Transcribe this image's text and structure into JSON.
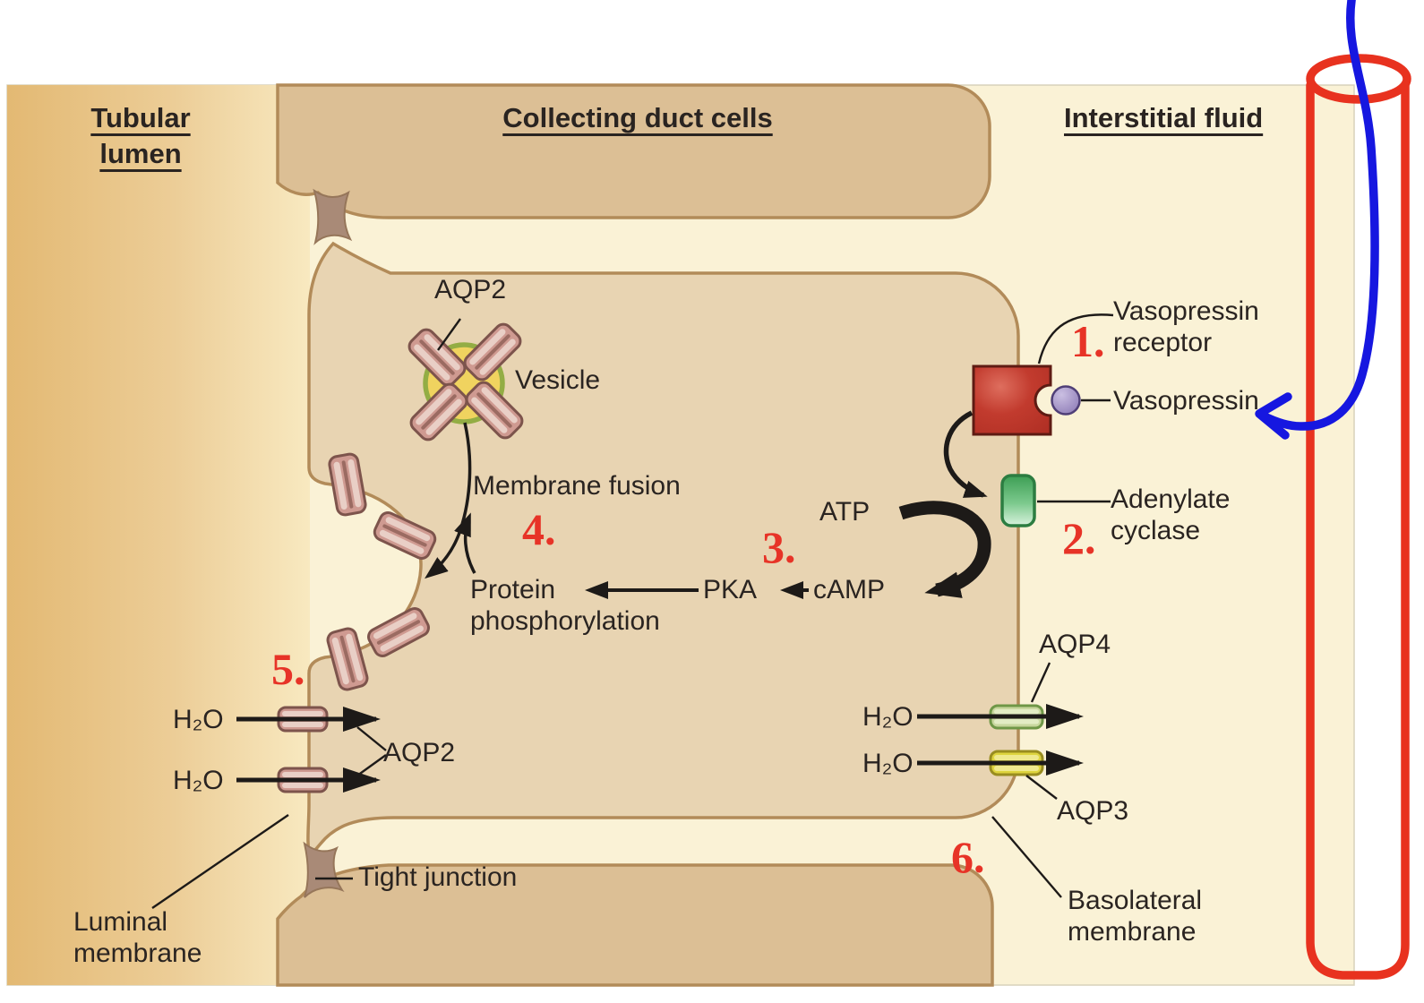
{
  "figure": {
    "description": "Vasopressin mechanism of action on collecting duct cells diagram with hand-drawn study annotations"
  },
  "regions": {
    "tubular_lumen": "Tubular\nlumen",
    "collecting_duct_cells": "Collecting duct cells",
    "interstitial_fluid": "Interstitial fluid"
  },
  "labels": {
    "aqp2_vesicle": "AQP2",
    "vesicle": "Vesicle",
    "membrane_fusion": "Membrane fusion",
    "protein_phosphorylation": "Protein\nphosphorylation",
    "pka": "PKA",
    "camp": "cAMP",
    "atp": "ATP",
    "vasopressin_receptor": "Vasopressin\nreceptor",
    "vasopressin": "Vasopressin",
    "adenylate_cyclase": "Adenylate\ncyclase",
    "aqp4": "AQP4",
    "aqp3": "AQP3",
    "aqp2_membrane": "AQP2",
    "h2o_luminal_top": "H₂O",
    "h2o_luminal_bottom": "H₂O",
    "h2o_basolateral_top": "H₂O",
    "h2o_basolateral_bottom": "H₂O",
    "tight_junction": "Tight junction",
    "luminal_membrane": "Luminal\nmembrane",
    "basolateral_membrane": "Basolateral\nmembrane"
  },
  "step_numbers": {
    "step1": "1.",
    "step2": "2.",
    "step3": "3.",
    "step4": "4.",
    "step5": "5.",
    "step6": "6."
  },
  "colors": {
    "annotation_number_red": "#e73327",
    "freehand_cylinder_red": "#e8321f",
    "freehand_arrow_blue": "#1617e0",
    "interstitial_cream": "#faf2d6",
    "lumen_gold_dark": "#e3b973",
    "lumen_gold_light": "#f8e9c0",
    "neighbor_cell_tan": "#dcbf95",
    "main_cell_tan": "#e8d4b2",
    "membrane_line": "#b28b59",
    "tight_junction_brown": "#a98a77",
    "vesicle_yellow": "#f0d35f",
    "vesicle_ring_green": "#93ad44",
    "aqp2_channel_pink": "#cf9a91",
    "receptor_red": "#c23b2e",
    "vasopressin_purple": "#9b89c0",
    "adenylate_cyclase_green": "#4aa95f",
    "aqp4_green": "#c8d79e",
    "aqp3_yellow": "#ded43e",
    "arrow_black": "#1d1a18"
  }
}
